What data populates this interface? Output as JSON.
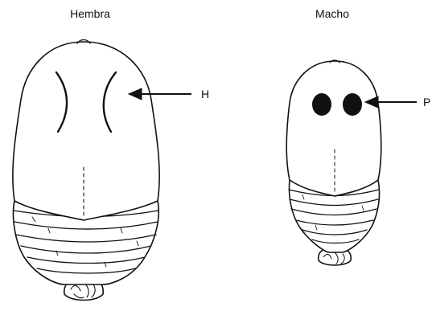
{
  "figures": {
    "female": {
      "title": "Hembra",
      "pointer_label": "H"
    },
    "male": {
      "title": "Macho",
      "pointer_label": "P"
    }
  },
  "colors": {
    "ink": "#111111",
    "paper": "#ffffff"
  }
}
